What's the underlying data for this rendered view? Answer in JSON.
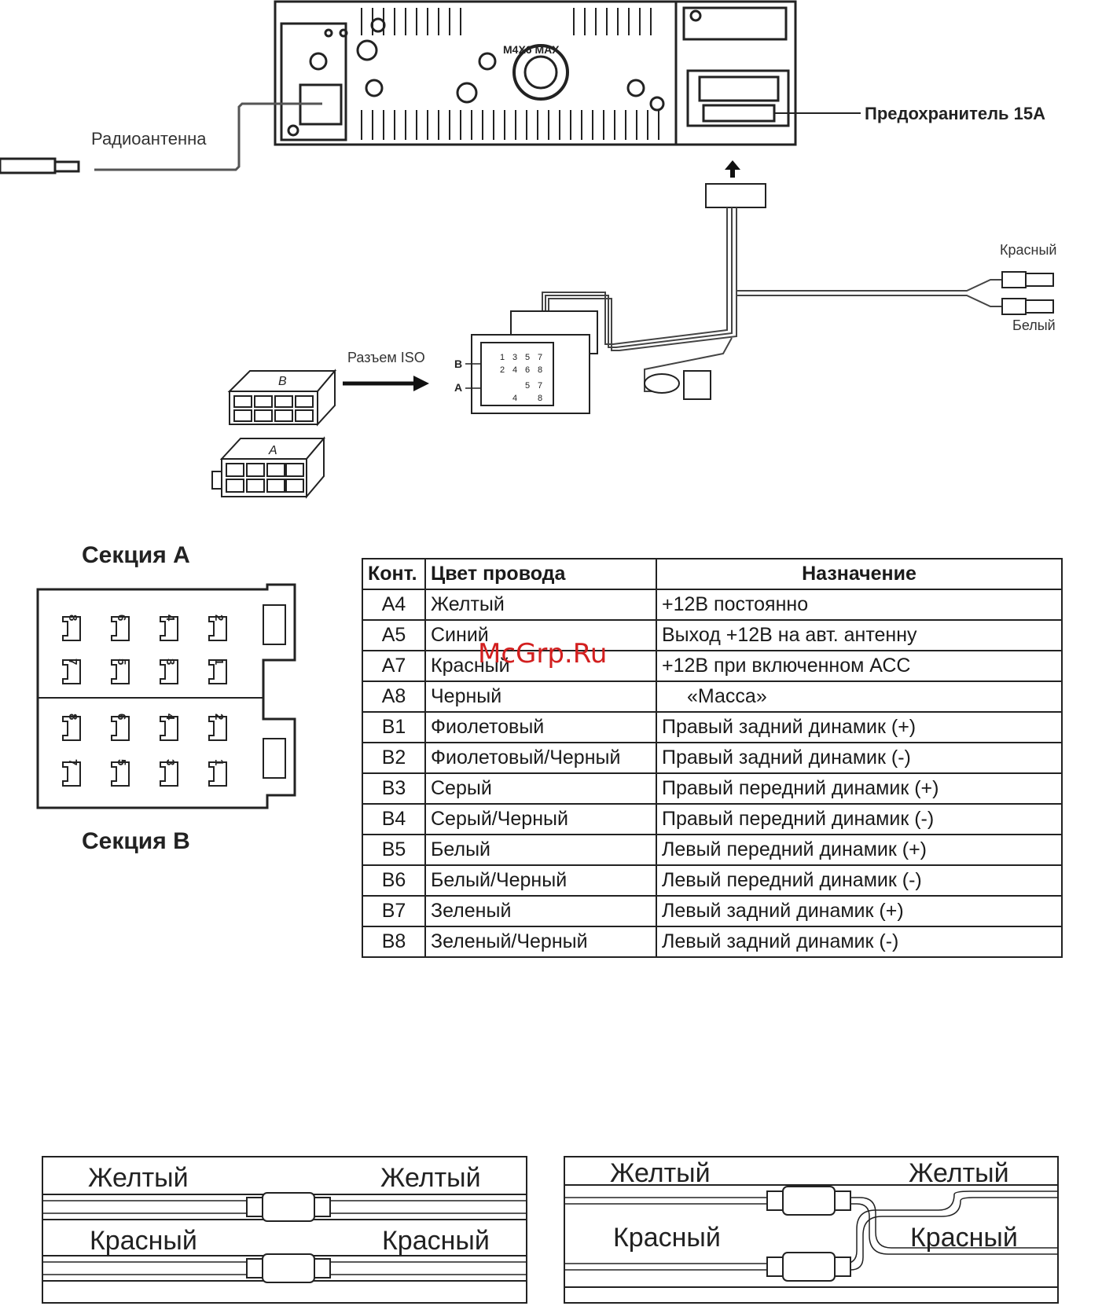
{
  "labels": {
    "antenna": "Радиоантенна",
    "fuse": "Предохранитель 15А",
    "red": "Красный",
    "white": "Белый",
    "iso": "Разъем ISO",
    "conn_b": "B",
    "conn_a": "A",
    "max_text": "M4X6  MAX"
  },
  "sections": {
    "a": "Секция А",
    "b": "Секция В"
  },
  "watermark": "McGrp.Ru",
  "table": {
    "headers": [
      "Конт.",
      "Цвет провода",
      "Назначение"
    ],
    "rows": [
      [
        "А4",
        "Желтый",
        "+12В постоянно"
      ],
      [
        "А5",
        "Синий",
        "Выход +12В на авт. антенну"
      ],
      [
        "А7",
        "Красный",
        "+12В при включенном АСС"
      ],
      [
        "А8",
        "Черный",
        "«Масса»"
      ],
      [
        "В1",
        "Фиолетовый",
        "Правый задний динамик (+)"
      ],
      [
        "В2",
        "Фиолетовый/Черный",
        "Правый задний динамик (-)"
      ],
      [
        "В3",
        "Серый",
        "Правый передний динамик (+)"
      ],
      [
        "В4",
        "Серый/Черный",
        "Правый передний динамик (-)"
      ],
      [
        "В5",
        "Белый",
        "Левый передний динамик (+)"
      ],
      [
        "В6",
        "Белый/Черный",
        "Левый передний динамик (-)"
      ],
      [
        "В7",
        "Зеленый",
        "Левый задний динамик (+)"
      ],
      [
        "В8",
        "Зеленый/Черный",
        "Левый задний динамик (-)"
      ]
    ]
  },
  "wiring": {
    "left": {
      "top_left": "Желтый",
      "top_right": "Желтый",
      "bottom_left": "Красный",
      "bottom_right": "Красный"
    },
    "right": {
      "top_left": "Желтый",
      "top_right": "Желтый",
      "bottom_left": "Красный",
      "bottom_right": "Красный"
    }
  }
}
